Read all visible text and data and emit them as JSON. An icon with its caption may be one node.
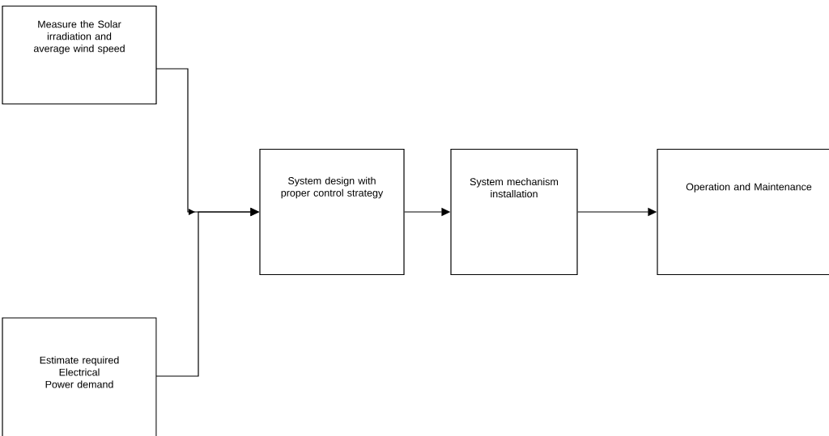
{
  "diagram": {
    "nodes": [
      {
        "text": [
          "Measure the Solar irradiation and average wind speed"
        ]
      },
      {
        "text": [
          "Estimate required Electrical Power demand"
        ]
      },
      {
        "text": [
          "System design with proper control strategy"
        ]
      },
      {
        "text": [
          "System mechanism installation"
        ]
      },
      {
        "text": [
          "Operation and Maintenance"
        ]
      }
    ],
    "edges": [
      {
        "from": 0,
        "to": 2,
        "arrow": "to"
      },
      {
        "from": 1,
        "to": 2,
        "arrow": "to"
      },
      {
        "from": 2,
        "to": 3,
        "arrow": "to"
      },
      {
        "from": 3,
        "to": 4,
        "arrow": "to"
      }
    ]
  }
}
